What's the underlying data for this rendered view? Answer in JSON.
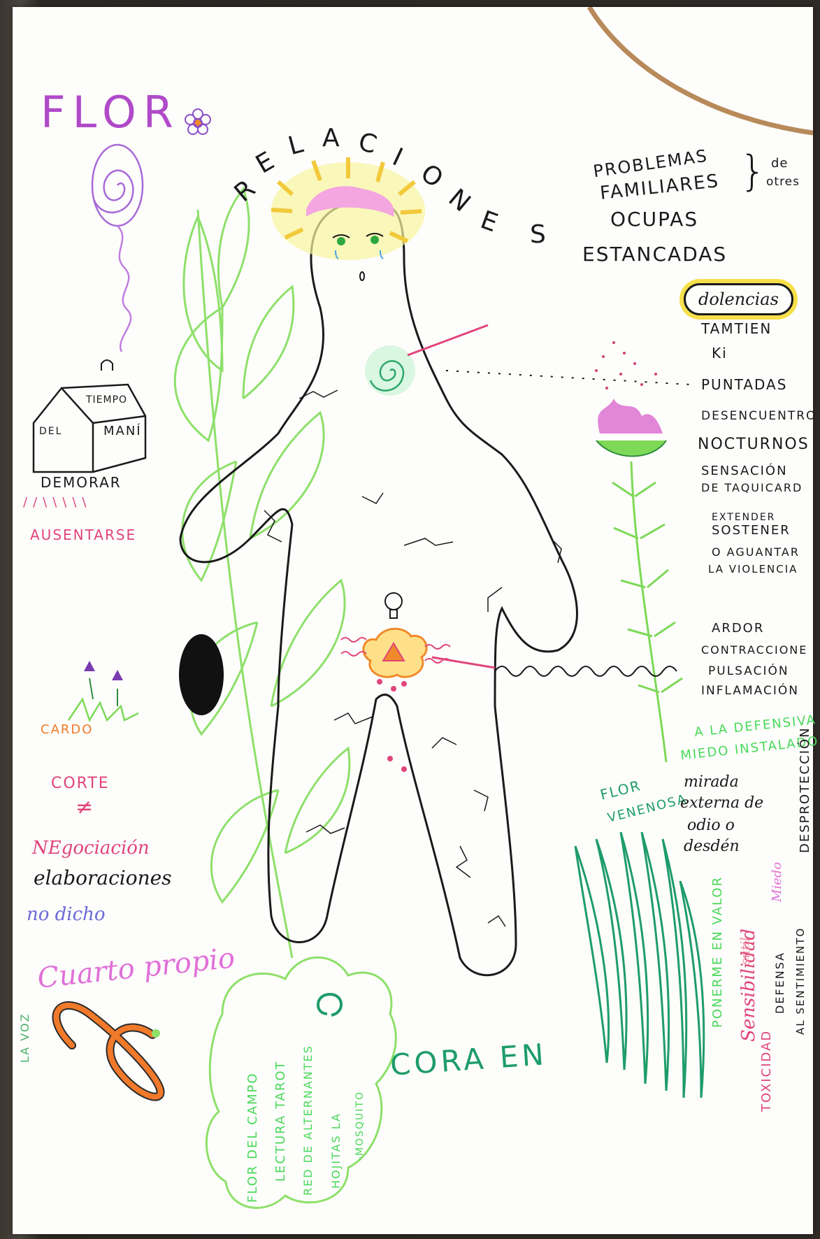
{
  "drawing": {
    "flor": "FLOR",
    "relaciones": [
      "R",
      "E",
      "L",
      "A",
      "C",
      "I",
      "O",
      "N",
      "E",
      "S"
    ],
    "problemas": {
      "line1": "PROBLEMAS",
      "line2": "FAMILIARES",
      "line3": "OCUPAS",
      "line4": "ESTANCADAS",
      "de": "de",
      "otres": "otres"
    },
    "symptoms": {
      "dolencias": "dolencias",
      "tambien": "TAMTIEN",
      "ki": "Ki",
      "puntadas": "PUNTADAS",
      "desencuentros": "DESENCUENTRO",
      "nocturnos": "NOCTURNOS",
      "sensacion": "SENSACIÓN",
      "taquicardia": "DE TAQUICARD",
      "extender": "EXTENDER",
      "sostener": "SOSTENER",
      "aguantar": "O AGUANTAR",
      "violencia": "LA VIOLENCIA",
      "ardor": "ARDOR",
      "contracciones": "CONTRACCIONE",
      "pulsacion": "PULSACIÓN",
      "inflamacion": "INFLAMACIÓN"
    },
    "house": {
      "tiempo": "TIEMPO",
      "del": "DEL",
      "mani": "MANÍ"
    },
    "demorar": "DEMORAR",
    "ausentarse": "AUSENTARSE",
    "cardo": "CARDO",
    "corte": "CORTE",
    "neq": "≠",
    "negociacion": "NEgociación",
    "elaboraciones": "elaboraciones",
    "no_dicho": "no dicho",
    "cuarto_propio": "Cuarto propio",
    "la_voz": "LA VOZ",
    "corazen": "CORA EN",
    "flor_venenosa": [
      "FLOR",
      "VENENOSA"
    ],
    "defensiva": "A LA DEFENSIVA",
    "miedo_instalado": "MIEDO INSTALADO",
    "mirada": [
      "mirada",
      "externa de",
      "odio o",
      "desdén"
    ],
    "desproteccion": "DESPROTECCIÓN",
    "cloud": [
      "FLOR DEL CAMPO",
      "LECTURA TAROT",
      "RED DE ALTERNANTES",
      "HOJITAS LA",
      "-MOSQUITO"
    ],
    "right_vert": {
      "ponerme": "PONERME EN VALOR",
      "sensibilidad": "Sensibilidad",
      "sutil": "sutil",
      "toxicidad": "TOXICIDAD",
      "defensa": "DEFENSA",
      "sentimiento": "AL SENTIMIENTO",
      "miedo": "Miedo"
    },
    "colors": {
      "ink": "#1a1a1a",
      "purple": "#9b3fc4",
      "pink": "#e0457a",
      "green": "#7ed957",
      "dark_green": "#1e9c6a",
      "orange": "#f08a2a",
      "yellow": "#f6e04a"
    }
  }
}
